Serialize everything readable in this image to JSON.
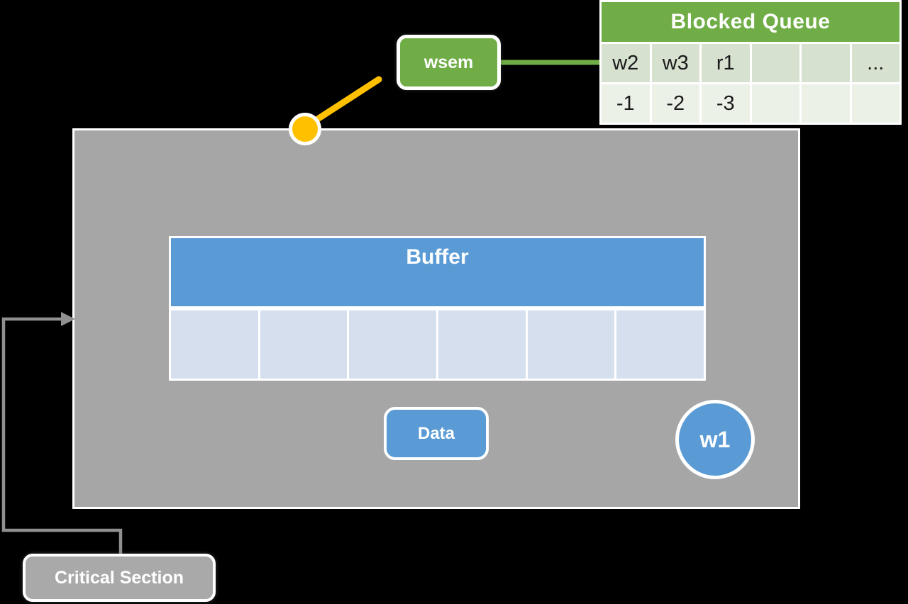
{
  "colors": {
    "background": "#000000",
    "green": "#70AD47",
    "green_row_top": "#D7E1D0",
    "green_row_bottom": "#ECF1E8",
    "blue": "#5B9BD5",
    "blue_cell": "#D5DFEE",
    "gray_region": "#A6A6A6",
    "gray_box": "#A9A9A9",
    "orange": "#FFC000",
    "connector_gray": "#909090"
  },
  "blocked_queue": {
    "title": "Blocked Queue",
    "process_row": [
      "w2",
      "w3",
      "r1",
      "",
      "",
      "..."
    ],
    "value_row": [
      "-1",
      "-2",
      "-3",
      "",
      "",
      ""
    ]
  },
  "semaphore": {
    "label": "wsem"
  },
  "buffer": {
    "title": "Buffer"
  },
  "data_box": {
    "label": "Data"
  },
  "process_circle": {
    "label": "w1"
  },
  "critical_section": {
    "label": "Critical Section"
  }
}
